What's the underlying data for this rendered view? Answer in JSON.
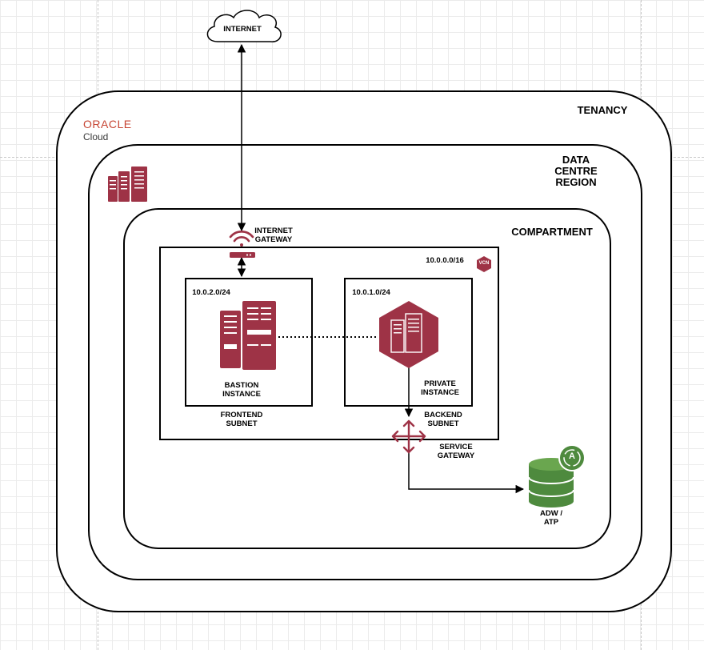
{
  "labels": {
    "internet": "INTERNET",
    "tenancy": "TENANCY",
    "oracle_brand": "ORACLE",
    "oracle_sub": "Cloud",
    "region": "DATA\nCENTRE\nREGION",
    "compartment": "COMPARTMENT",
    "internet_gateway": "INTERNET\nGATEWAY",
    "vcn_cidr": "10.0.0.0/16",
    "vcn_badge": "VCN",
    "frontend_cidr": "10.0.2.0/24",
    "backend_cidr": "10.0.1.0/24",
    "bastion": "BASTION\nINSTANCE",
    "private": "PRIVATE\nINSTANCE",
    "frontend_subnet": "FRONTEND\nSUBNET",
    "backend_subnet": "BACKEND\nSUBNET",
    "service_gateway": "SERVICE\nGATEWAY",
    "adw_atp": "ADW /\nATP",
    "autonomous_badge": "A"
  },
  "colors": {
    "oracle_red": "#c74634",
    "maroon": "#9e3346",
    "db_green": "#4e8a3e"
  },
  "icons": [
    "cloud-icon",
    "server-rack-icon",
    "wifi-router-icon",
    "vcn-hexagon-icon",
    "server-instance-icon",
    "private-instance-hexagon-icon",
    "service-gateway-arrows-icon",
    "database-icon",
    "autonomous-badge-icon"
  ]
}
